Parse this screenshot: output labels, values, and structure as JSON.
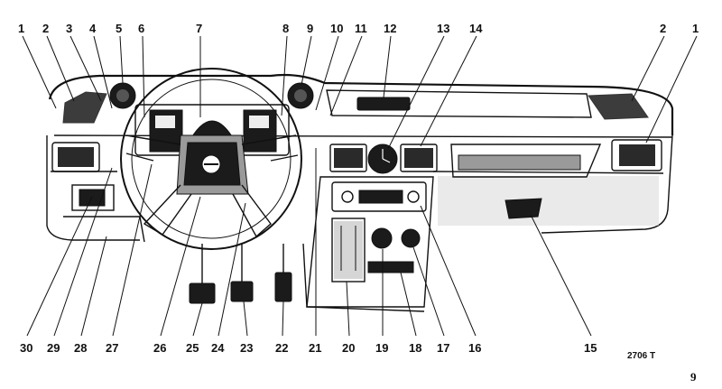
{
  "figure": {
    "callouts": [
      "1",
      "2",
      "3",
      "4",
      "5",
      "6",
      "7",
      "8",
      "9",
      "10",
      "11",
      "12",
      "13",
      "14",
      "2",
      "1",
      "30",
      "29",
      "28",
      "27",
      "26",
      "25",
      "24",
      "23",
      "22",
      "21",
      "20",
      "19",
      "18",
      "17",
      "16",
      "15"
    ],
    "drawing_code": "2706 T",
    "page_number": "9"
  }
}
